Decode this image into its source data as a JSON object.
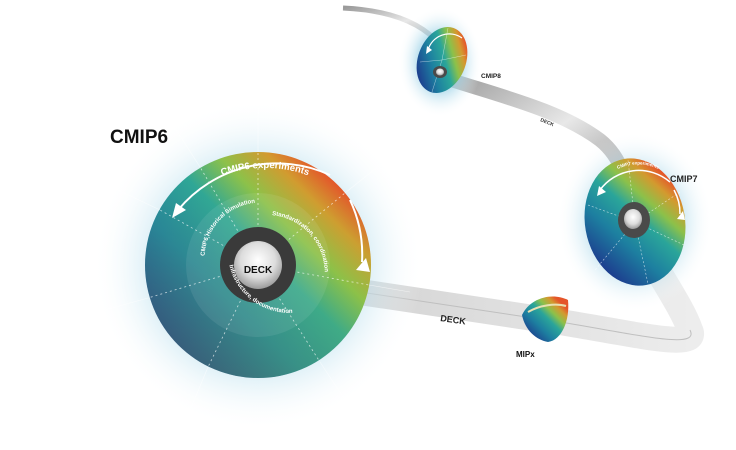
{
  "diagram": {
    "cmip6_title": "CMIP6",
    "cmip6_experiments": "CMIP6 experiments",
    "deck_center": "DECK",
    "ring_historical": "CMIP6 Historical Simulation",
    "ring_standardization": "Standardization, coordination",
    "ring_infrastructure": "Infrastructure, documentation",
    "ribbon_deck_main": "DECK",
    "ribbon_deck_upper": "DECK",
    "mipx": "MIPx",
    "cmip7": "CMIP7",
    "cmip7_experiments": "CMIP7 experiments",
    "cmip8": "CMIP8"
  }
}
